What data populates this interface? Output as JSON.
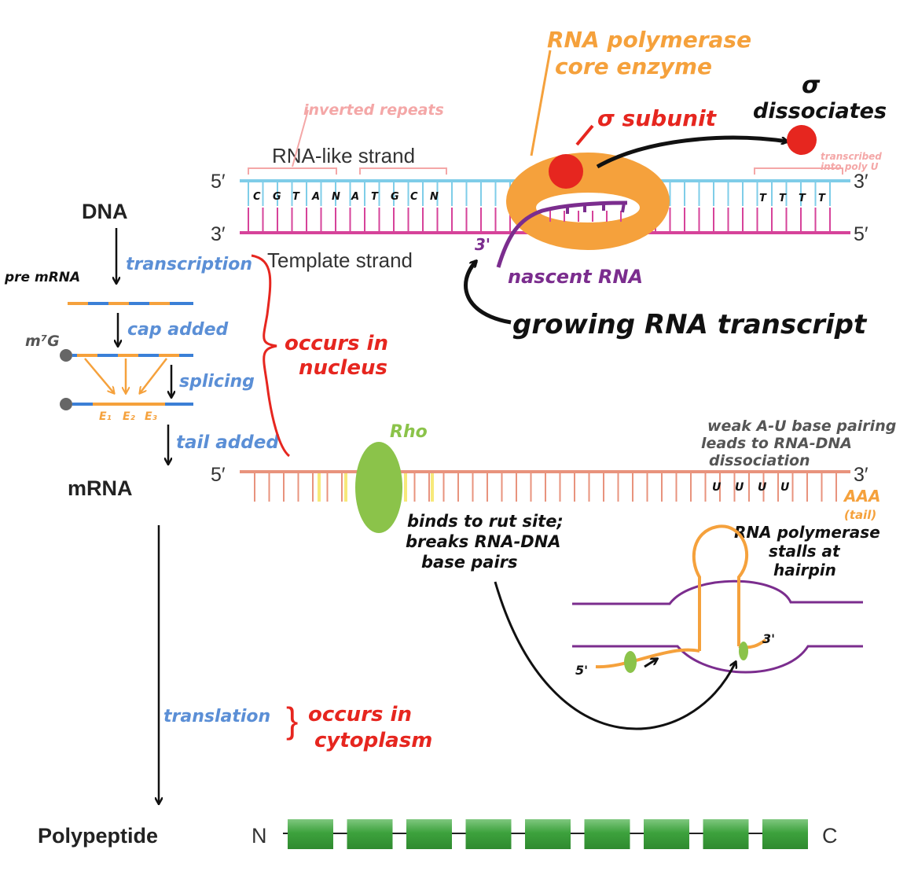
{
  "flow": {
    "dna": "DNA",
    "mrna": "mRNA",
    "polypeptide": "Polypeptide",
    "pre_mrna": "pre mRNA",
    "transcription": "transcription",
    "cap_added": "cap added",
    "m7g": "m⁷G",
    "splicing": "splicing",
    "exons": [
      "E₁",
      "E₂",
      "E₃"
    ],
    "tail_added": "tail added",
    "translation": "translation",
    "nucleus_note": [
      "occurs in",
      "nucleus"
    ],
    "cytoplasm_note": [
      "occurs in",
      "cytoplasm"
    ]
  },
  "dna_duplex": {
    "five_prime_top": "5′",
    "three_prime_top": "3′",
    "three_prime_bottom": "3′",
    "five_prime_bottom": "5′",
    "rna_like_strand": "RNA-like strand",
    "template_strand": "Template strand",
    "inverted_repeats": "inverted repeats",
    "bases_left": [
      "C",
      "G",
      "T",
      "A",
      "N",
      "A",
      "T",
      "G",
      "C",
      "N"
    ],
    "bases_right": [
      "T",
      "T",
      "T",
      "T"
    ],
    "polymerase_label": [
      "RNA polymerase",
      "core enzyme"
    ],
    "sigma_subunit": "σ subunit",
    "sigma_dissociates": [
      "σ",
      "dissociates"
    ],
    "transcribed_note": [
      "transcribed",
      "into poly U"
    ],
    "nascent_rna": "nascent RNA",
    "nascent_3prime": "3'",
    "growing_transcript": "growing RNA transcript"
  },
  "termination": {
    "five_prime": "5′",
    "three_prime": "3′",
    "rho": "Rho",
    "rho_note": [
      "binds to rut site;",
      "breaks RNA-DNA",
      "base pairs"
    ],
    "weak_au_note": [
      "weak A-U base pairing",
      "leads to RNA-DNA",
      "dissociation"
    ],
    "u_bases": [
      "U",
      "U",
      "U",
      "U"
    ],
    "aaa": "AAA",
    "tail_label": "(tail)",
    "hairpin_note": [
      "RNA polymerase",
      "stalls at",
      "hairpin"
    ],
    "hairpin_5prime": "5'",
    "hairpin_3prime": "3'"
  },
  "protein": {
    "n_term": "N",
    "c_term": "C",
    "segments": 9
  },
  "colors": {
    "blue_strand": "#7fcde8",
    "pink_strand": "#d6439a",
    "orange": "#f5a13c",
    "red": "#e6261f",
    "purple": "#7b2d8e",
    "salmon": "#e8937d",
    "light_pink": "#f4a7a7",
    "green": "#8bc34a",
    "label_blue": "#5b8fd6",
    "dark_green": "#3a9a3a"
  }
}
